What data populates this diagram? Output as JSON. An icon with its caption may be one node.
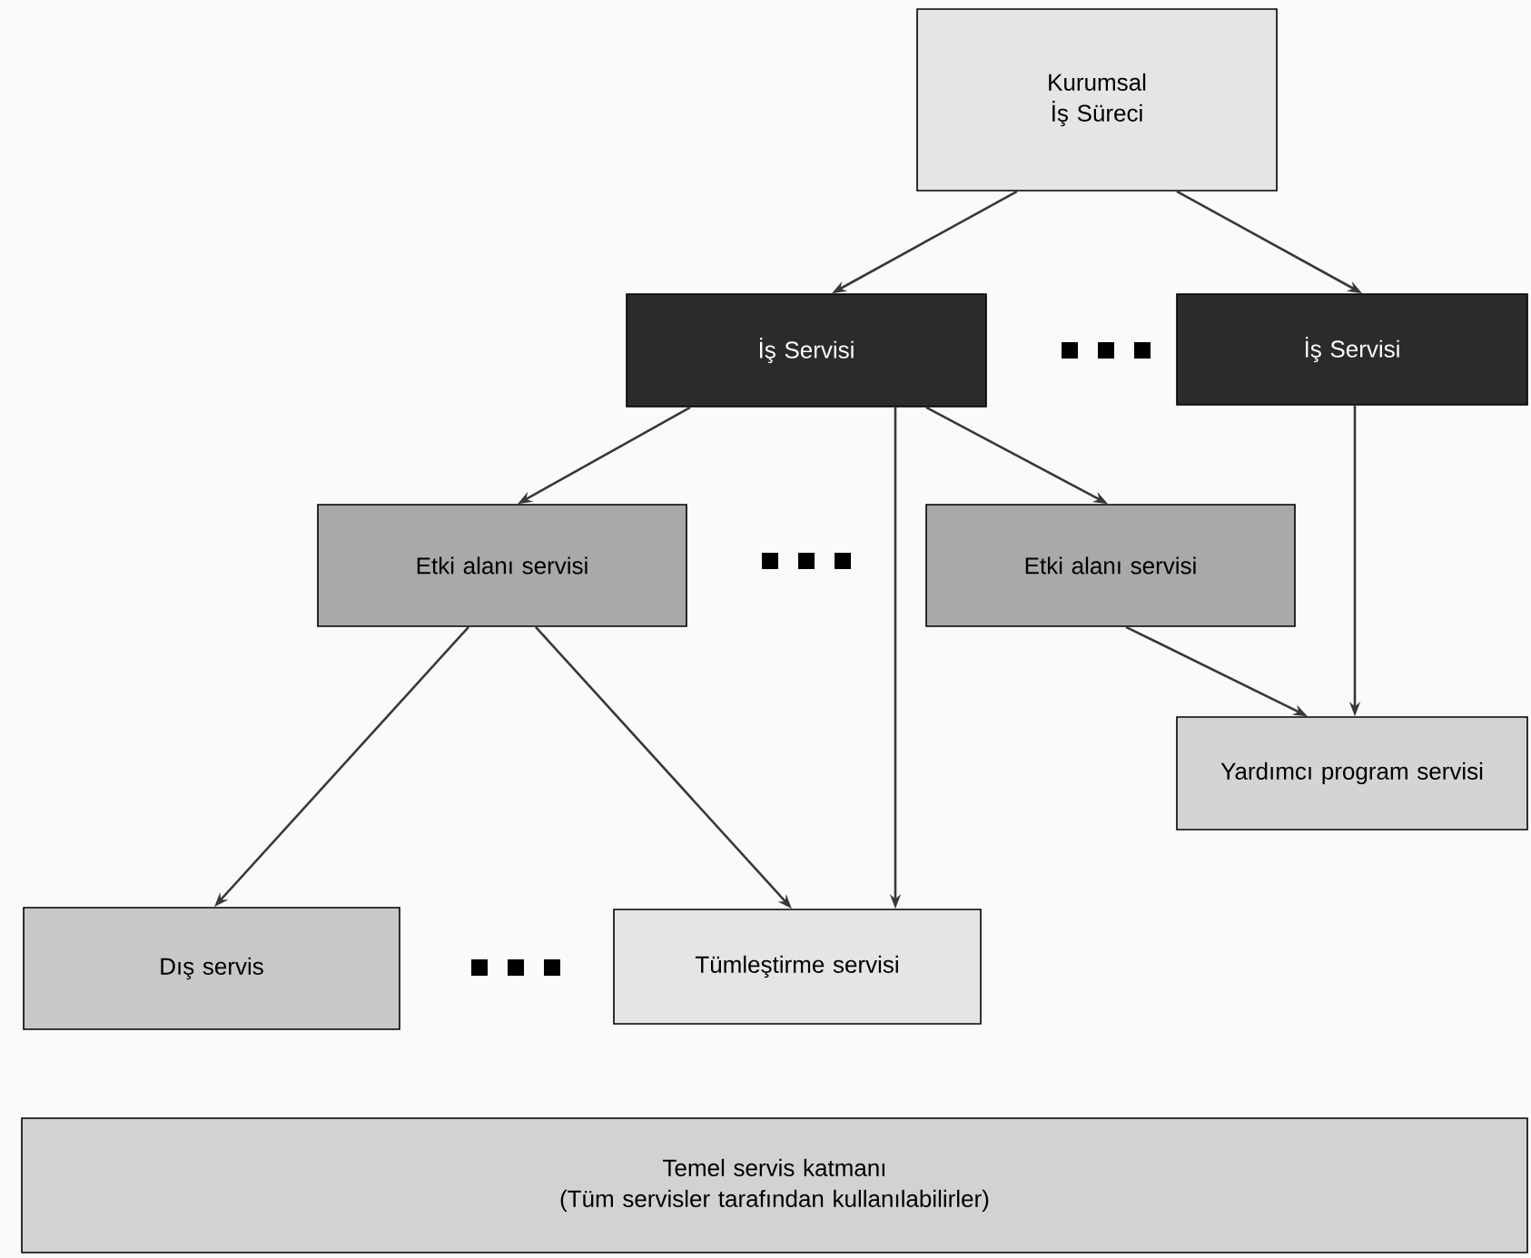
{
  "diagram": {
    "nodes": [
      {
        "text": [
          "Kurumsal İş Süreci"
        ]
      },
      {
        "text": [
          "İş Servisi"
        ]
      },
      {
        "text": [
          "İş Servisi"
        ]
      },
      {
        "text": [
          "Etki alanı servisi"
        ]
      },
      {
        "text": [
          "Etki alanı servisi"
        ]
      },
      {
        "text": [
          "Yardımcı program servisi"
        ]
      },
      {
        "text": [
          "Dış servis"
        ]
      },
      {
        "text": [
          "Tümleştirme servisi"
        ]
      },
      {
        "text": [
          "Temel servis katmanı",
          "(Tüm servisler tarafından kullanılabilirler)"
        ]
      }
    ],
    "edges": [
      {
        "from": 0,
        "to": 1,
        "arrow": "to"
      },
      {
        "from": 0,
        "to": 2,
        "arrow": "to"
      },
      {
        "from": 1,
        "to": 3,
        "arrow": "to"
      },
      {
        "from": 1,
        "to": 4,
        "arrow": "to"
      },
      {
        "from": 1,
        "to": 7,
        "arrow": "to"
      },
      {
        "from": 2,
        "to": 5,
        "arrow": "to"
      },
      {
        "from": 3,
        "to": 6,
        "arrow": "to"
      },
      {
        "from": 3,
        "to": 7,
        "arrow": "to"
      },
      {
        "from": 4,
        "to": 5,
        "arrow": "to"
      }
    ]
  }
}
